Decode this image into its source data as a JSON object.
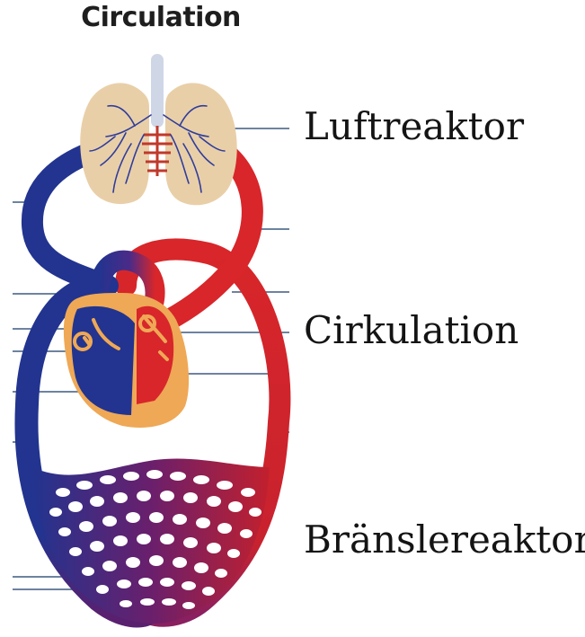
{
  "title": "Circulation",
  "labels": {
    "air_reactor": "Luftreaktor",
    "circulation": "Cirkulation",
    "fuel_reactor": "Bränslereaktor"
  },
  "colors": {
    "oxygenated": "#d8262a",
    "deoxygenated": "#243a9e",
    "lungs": "#e9cfa8",
    "heart_wall": "#efa856",
    "capillary_mix": "#7a2266",
    "leader_line": "#3d5a80"
  }
}
